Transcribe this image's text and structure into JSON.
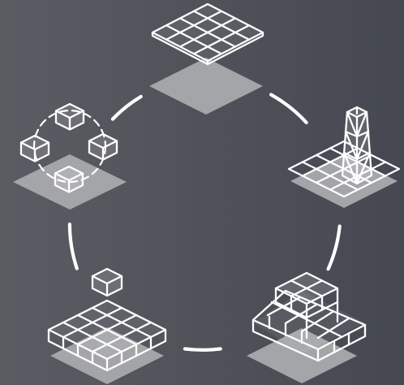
{
  "diagram": {
    "theme": {
      "background_left": "#5b5c63",
      "background_right": "#454851",
      "line_color": "#ffffff",
      "plate_color": "#a4a5a8"
    },
    "stages": [
      {
        "id": "flat-grid",
        "icon": "flat-grid-icon"
      },
      {
        "id": "spike-grid",
        "icon": "spike-grid-icon"
      },
      {
        "id": "stacked-blocks",
        "icon": "stacked-blocks-icon"
      },
      {
        "id": "cube-block",
        "icon": "cube-block-icon"
      },
      {
        "id": "cube-cluster",
        "icon": "cube-cluster-icon"
      }
    ],
    "connectors": 10
  }
}
